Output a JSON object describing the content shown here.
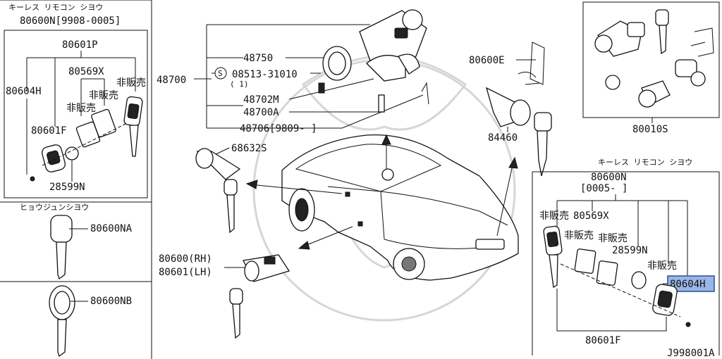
{
  "diagram": {
    "left_box": {
      "header": "キーレス リモコン シヨウ",
      "part_range": "80600N[9908-0005]",
      "labels": {
        "p80601P": "80601P",
        "p80569X": "80569X",
        "not_for_sale_1": "非販売",
        "not_for_sale_2": "非販売",
        "not_for_sale_3": "非販売",
        "p80604H": "80604H",
        "p80601F": "80601F",
        "p28599N": "28599N"
      }
    },
    "std_key": {
      "header": "ヒョウジュンシヨウ",
      "key_a": "80600NA",
      "key_b": "80600NB"
    },
    "center": {
      "p48700": "48700",
      "p48750": "48750",
      "screw_symbol": "S",
      "p08513": "08513-31010",
      "p08513_qty": "( 1)",
      "p48702M": "48702M",
      "p48700A": "48700A",
      "p48706": "48706[9809-  ]",
      "p68632S": "68632S",
      "door_rh": "80600(RH)",
      "door_lh": "80601(LH)"
    },
    "right": {
      "p80600E": "80600E",
      "p84460": "84460",
      "p80010S": "80010S"
    },
    "right_box": {
      "header": "キーレス リモコン シヨウ",
      "p80600N": "80600N",
      "range": "[0005-      ]",
      "not_for_sale_1": "非販売",
      "p80569X": "80569X",
      "not_for_sale_2": "非販売",
      "not_for_sale_3": "非販売",
      "p28599N": "28599N",
      "not_for_sale_4": "非販売",
      "p80604H": "80604H",
      "p80601F": "80601F"
    },
    "figure_code": "J998001A"
  }
}
